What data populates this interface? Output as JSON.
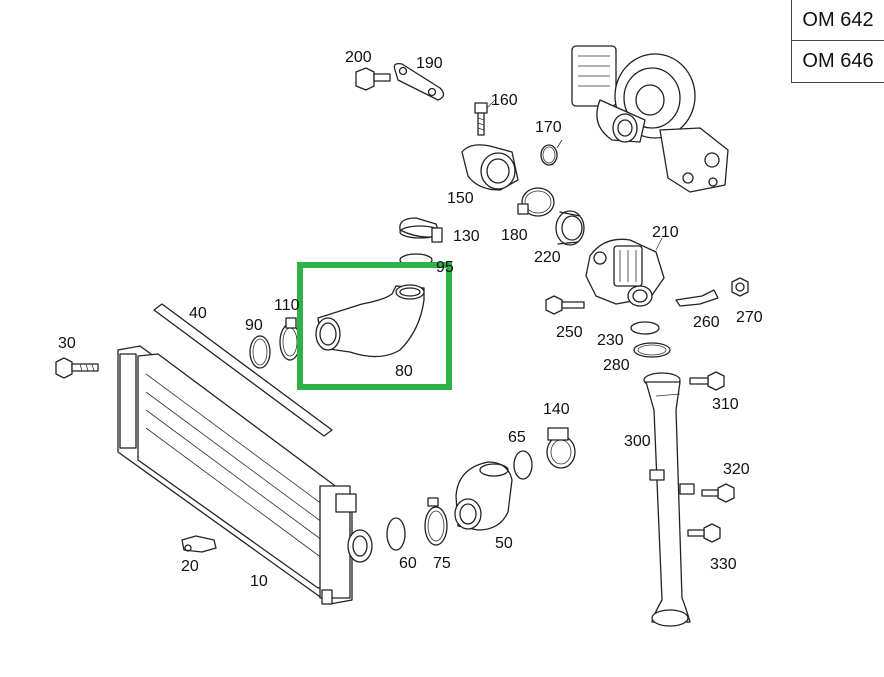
{
  "engines": [
    "OM 642",
    "OM 646"
  ],
  "highlight_color": "#2db24a",
  "part_numbers": {
    "p10": "10",
    "p20": "20",
    "p30": "30",
    "p40": "40",
    "p50": "50",
    "p60": "60",
    "p65": "65",
    "p75": "75",
    "p80": "80",
    "p90": "90",
    "p95": "95",
    "p110": "110",
    "p130": "130",
    "p140": "140",
    "p150": "150",
    "p160": "160",
    "p170": "170",
    "p180": "180",
    "p190": "190",
    "p200": "200",
    "p210": "210",
    "p220": "220",
    "p230": "230",
    "p250": "250",
    "p260": "260",
    "p270": "270",
    "p280": "280",
    "p300": "300",
    "p310": "310",
    "p320": "320",
    "p330": "330"
  }
}
